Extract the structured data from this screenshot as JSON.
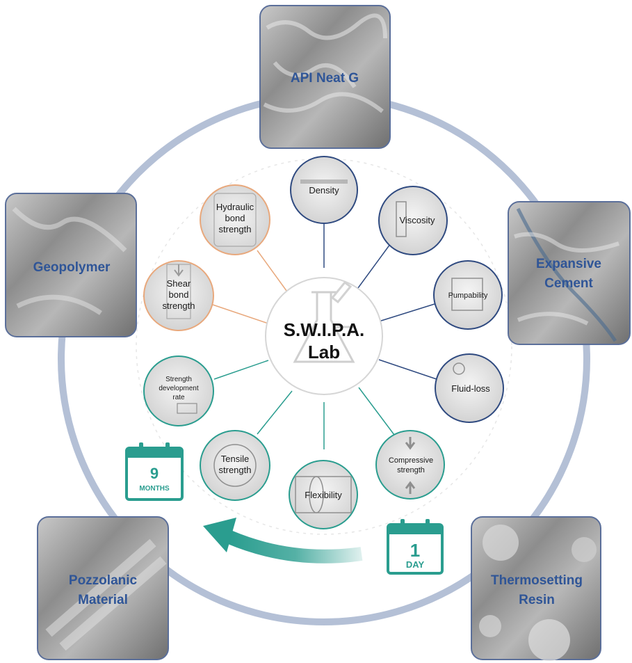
{
  "center": {
    "line1": "S.W.I.P.A.",
    "line2": "Lab"
  },
  "materials": [
    {
      "id": "api",
      "lines": [
        "API Neat G"
      ]
    },
    {
      "id": "expansive",
      "lines": [
        "Expansive",
        "Cement"
      ]
    },
    {
      "id": "thermo",
      "lines": [
        "Thermosetting",
        "Resin"
      ]
    },
    {
      "id": "pozz",
      "lines": [
        "Pozzolanic",
        "Material"
      ]
    },
    {
      "id": "geo",
      "lines": [
        "Geopolymer"
      ]
    }
  ],
  "tests": [
    {
      "id": "density",
      "lines": [
        "Density"
      ],
      "group": "grey"
    },
    {
      "id": "viscosity",
      "lines": [
        "Viscosity"
      ],
      "group": "grey"
    },
    {
      "id": "pumpability",
      "lines": [
        "Pumpability"
      ],
      "group": "grey"
    },
    {
      "id": "fluidloss",
      "lines": [
        "Fluid-loss"
      ],
      "group": "grey"
    },
    {
      "id": "compressive",
      "lines": [
        "Compressive",
        "strength"
      ],
      "group": "teal"
    },
    {
      "id": "flexibility",
      "lines": [
        "Flexibility"
      ],
      "group": "teal"
    },
    {
      "id": "tensile",
      "lines": [
        "Tensile",
        "strength"
      ],
      "group": "teal"
    },
    {
      "id": "sdr",
      "lines": [
        "Strength",
        "development",
        "rate"
      ],
      "group": "teal"
    },
    {
      "id": "shear",
      "lines": [
        "Shear",
        "bond",
        "strength"
      ],
      "group": "orange"
    },
    {
      "id": "hydraulic",
      "lines": [
        "Hydraulic",
        "bond",
        "strength"
      ],
      "group": "orange"
    }
  ],
  "calendars": {
    "months": {
      "number": "9",
      "unit": "MONTHS"
    },
    "day": {
      "number": "1",
      "unit": "DAY"
    }
  },
  "colors": {
    "ring": "#b4c0d6",
    "material_border": "#5b6f9a",
    "grey_group": "#2f4a80",
    "teal_group": "#2a9d8f",
    "orange_group": "#e8a87c",
    "arrow": "#2a9d8f"
  }
}
